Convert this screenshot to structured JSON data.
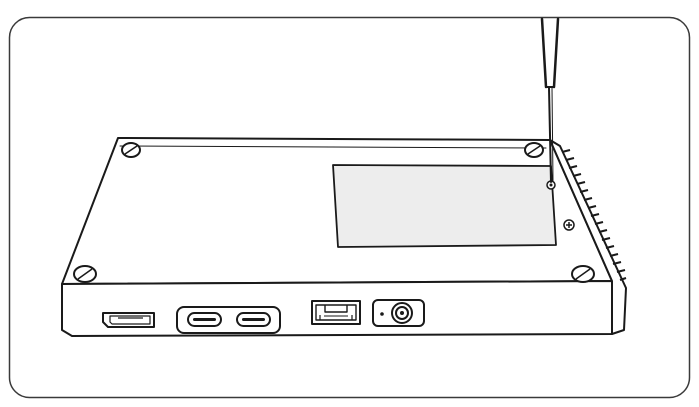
{
  "colors": {
    "line": "#1a1a1a",
    "frame_border": "#3a3a3a",
    "background": "#ffffff",
    "device_fill": "#ffffff",
    "port_fill": "#ffffff"
  },
  "illustration": {
    "subject": "mini-pc-bottom-cover-screw-removal",
    "tool": "screwdriver-icon",
    "ports": [
      {
        "name": "displayport-port"
      },
      {
        "name": "usb-c-port-1"
      },
      {
        "name": "usb-c-port-2"
      },
      {
        "name": "ethernet-port"
      },
      {
        "name": "dc-power-port"
      }
    ]
  }
}
